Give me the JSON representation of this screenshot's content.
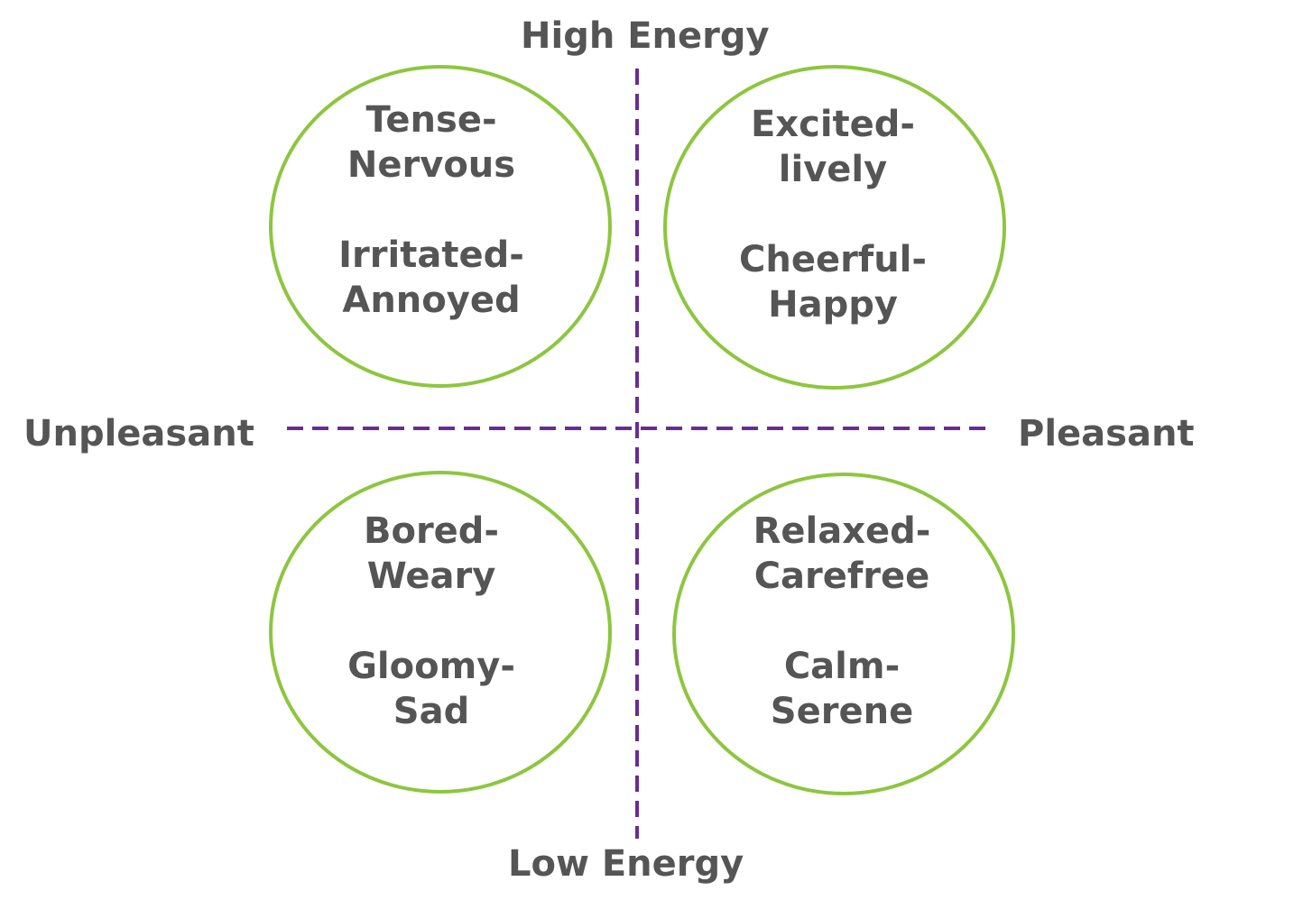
{
  "colors": {
    "axis": "#6b2c91",
    "circle_stroke": "#8dc63f",
    "text": "#555555"
  },
  "axis_labels": {
    "top": "High Energy",
    "bottom": "Low Energy",
    "left": "Unpleasant",
    "right": "Pleasant"
  },
  "quadrants": {
    "top_left": {
      "line1": "Tense-",
      "line2": "Nervous",
      "line3": "Irritated-",
      "line4": "Annoyed"
    },
    "top_right": {
      "line1": "Excited-",
      "line2": "lively",
      "line3": "Cheerful-",
      "line4": "Happy"
    },
    "bottom_left": {
      "line1": "Bored-",
      "line2": "Weary",
      "line3": "Gloomy-",
      "line4": "Sad"
    },
    "bottom_right": {
      "line1": "Relaxed-",
      "line2": "Carefree",
      "line3": "Calm-",
      "line4": "Serene"
    }
  }
}
